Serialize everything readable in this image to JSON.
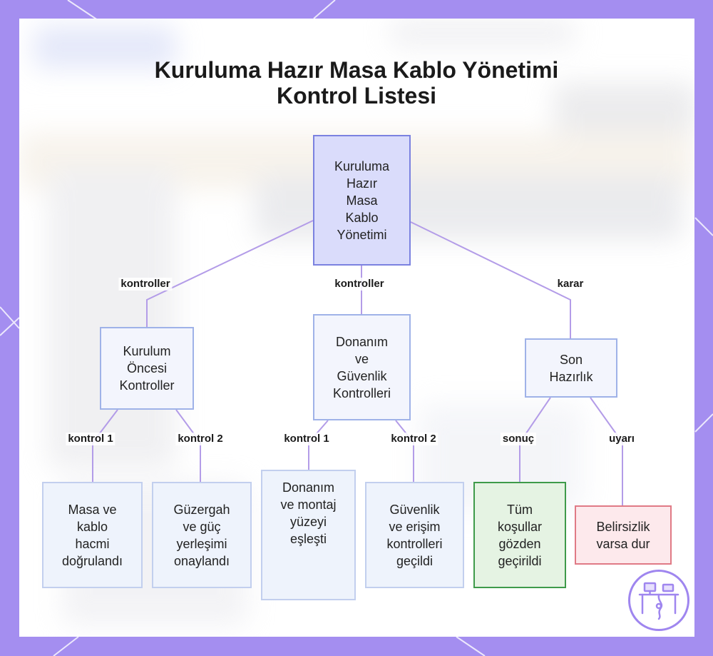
{
  "title": [
    "Kuruluma Hazır Masa Kablo Yönetimi",
    "Kontrol Listesi"
  ],
  "colors": {
    "frame": "#a48ef0",
    "connector": "#b39ce8",
    "root_fill": "#dadcfb",
    "success_border": "#3e9a4a",
    "warning_border": "#e07a86"
  },
  "nodes": {
    "root": [
      "Kuruluma",
      "Hazır",
      "Masa",
      "Kablo",
      "Yönetimi"
    ],
    "pre_install": [
      "Kurulum",
      "Öncesi",
      "Kontroller"
    ],
    "hardware_security": [
      "Donanım",
      "ve",
      "Güvenlik",
      "Kontrolleri"
    ],
    "final_prep": [
      "Son",
      "Hazırlık"
    ],
    "desk_volume": [
      "Masa ve",
      "kablo",
      "hacmi",
      "doğrulandı"
    ],
    "route_power": [
      "Güzergah",
      "ve güç",
      "yerleşimi",
      "onaylandı"
    ],
    "hardware_mount": [
      "Donanım",
      "ve montaj",
      "yüzeyi",
      "eşleşti"
    ],
    "security_access": [
      "Güvenlik",
      "ve erişim",
      "kontrolleri",
      "geçildi"
    ],
    "all_reviewed": [
      "Tüm",
      "koşullar",
      "gözden",
      "geçirildi"
    ],
    "stop_if_unsure": [
      "Belirsizlik",
      "varsa dur"
    ]
  },
  "edges": {
    "root_pre": "kontroller",
    "root_hw": "kontroller",
    "root_final": "karar",
    "pre_desk": "kontrol 1",
    "pre_route": "kontrol 2",
    "hw_mount": "kontrol 1",
    "hw_sec": "kontrol 2",
    "final_ok": "sonuç",
    "final_warn": "uyarı"
  },
  "icons": {
    "logo": "desk-cable-logo-icon"
  }
}
